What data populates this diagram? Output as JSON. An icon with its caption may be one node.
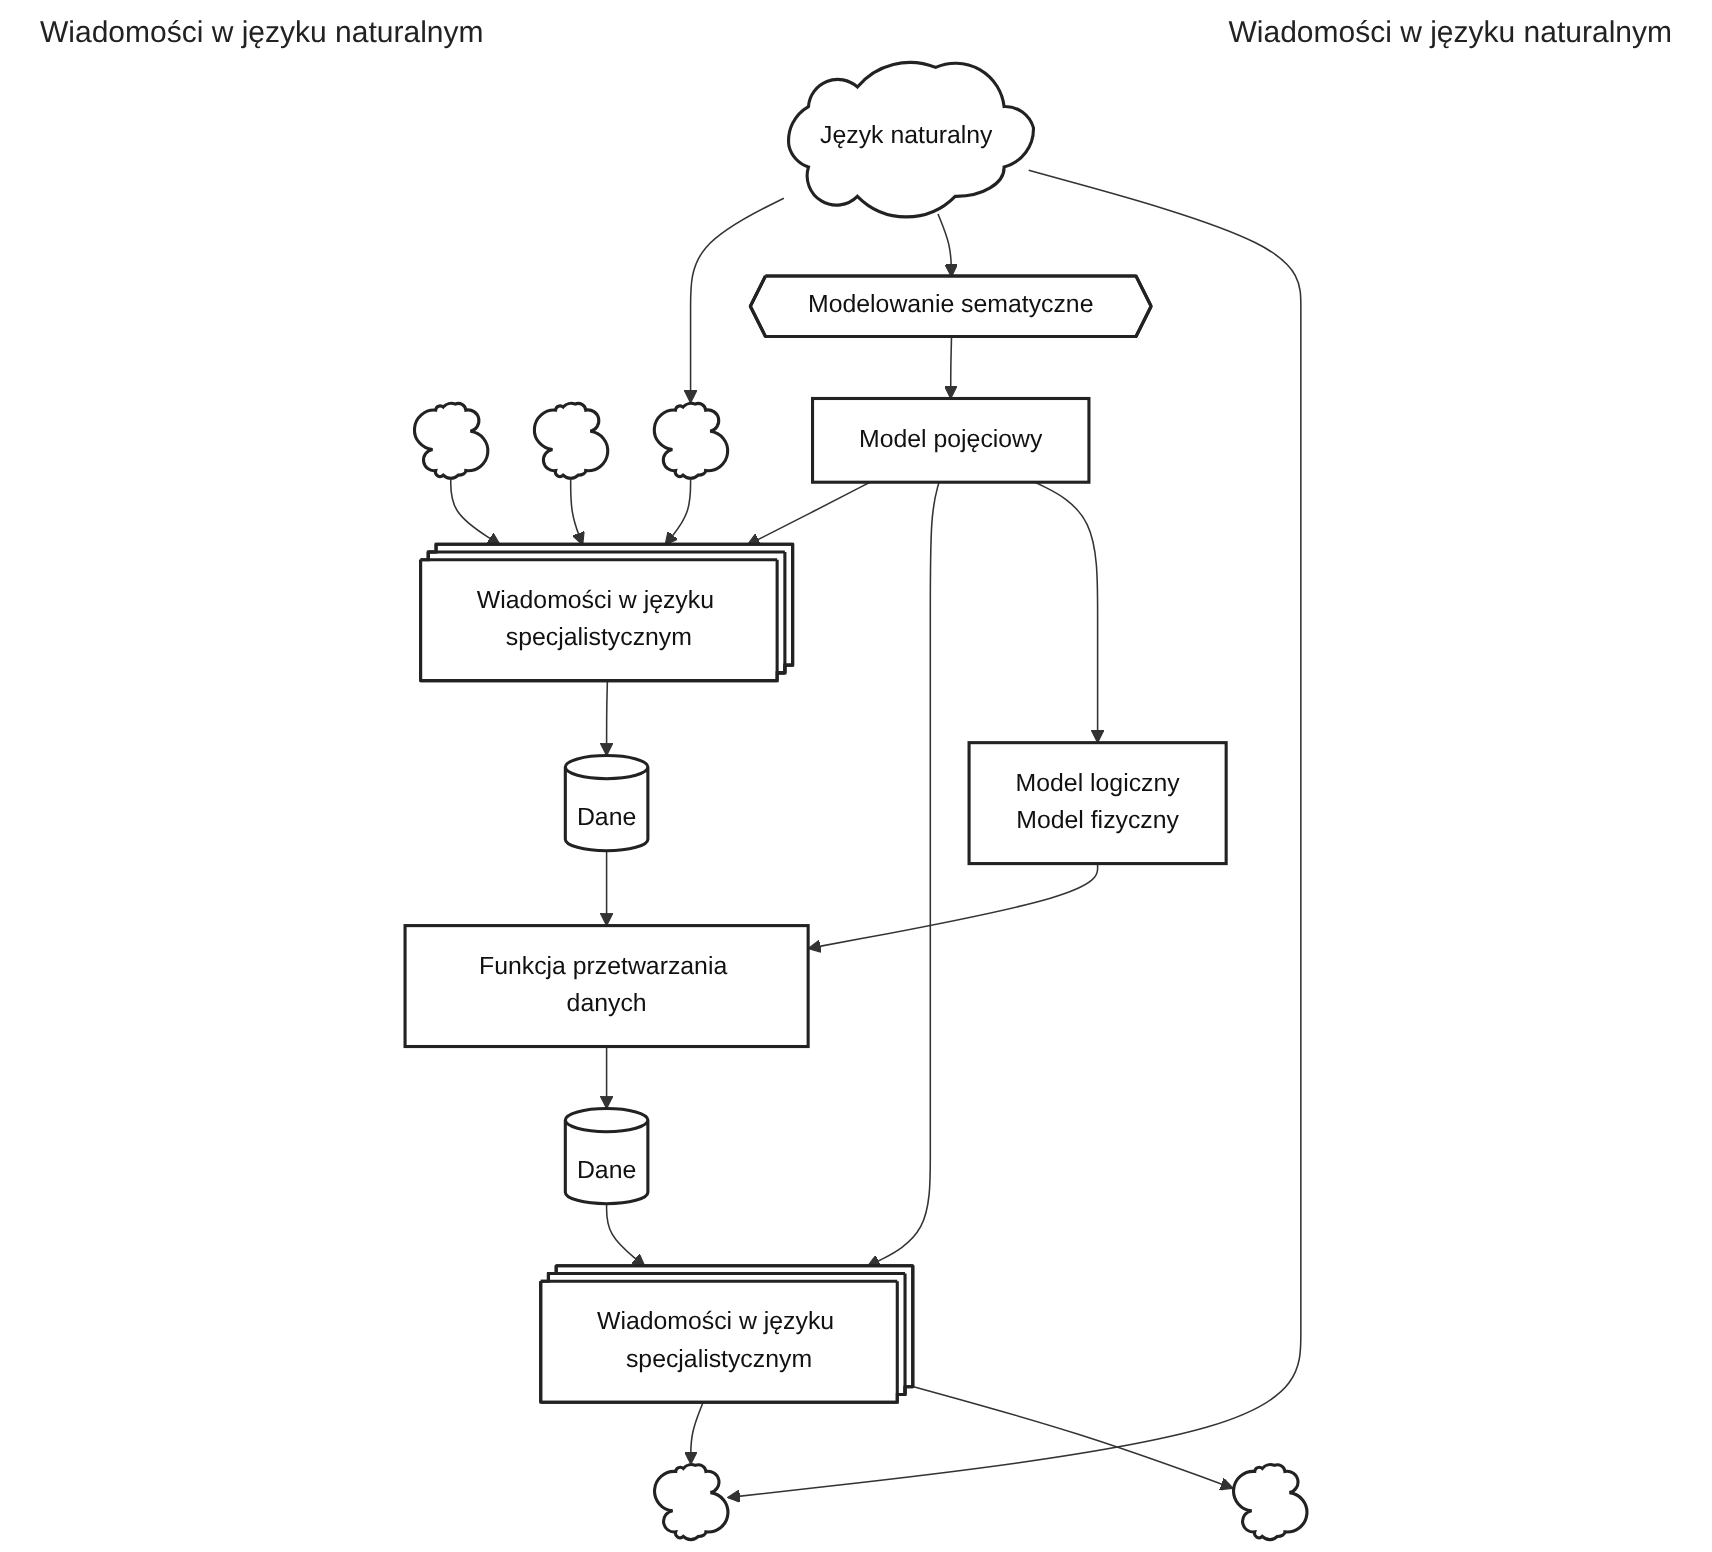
{
  "diagram": {
    "nodes": [
      {
        "text": [
          "Język naturalny"
        ]
      },
      {
        "text": [],
        "shape": "cloud"
      },
      {
        "text": [],
        "shape": "cloud"
      },
      {
        "text": [],
        "shape": "cloud"
      },
      {
        "text": [],
        "shape": "cloud"
      },
      {
        "text": [],
        "shape": "cloud"
      },
      {
        "text": [
          "Modelowanie sematyczne"
        ]
      },
      {
        "text": [
          "Wiadomości w języku specjalistycznym"
        ]
      },
      {
        "text": [
          "Model pojęciowy"
        ]
      },
      {
        "text": [
          "Wiadomości w języku specjalistycznym"
        ]
      },
      {
        "text": [
          "Model logiczny",
          "Model fizyczny"
        ]
      },
      {
        "text": [
          "Dane"
        ]
      },
      {
        "text": [
          "Funkcja przetwarzania danych"
        ]
      },
      {
        "text": [
          "Dane"
        ]
      }
    ],
    "edges": [
      {
        "from": 0,
        "to": 3,
        "arrow": "to"
      },
      {
        "from": 0,
        "to": 6,
        "arrow": "to"
      },
      {
        "from": 0,
        "to": 4,
        "arrow": "to"
      },
      {
        "from": 1,
        "to": 7,
        "arrow": "to"
      },
      {
        "from": 2,
        "to": 7,
        "arrow": "to"
      },
      {
        "from": 3,
        "to": 7,
        "arrow": "to"
      },
      {
        "from": 6,
        "to": 8,
        "arrow": "to"
      },
      {
        "from": 8,
        "to": 7,
        "arrow": "to"
      },
      {
        "from": 8,
        "to": 9,
        "arrow": "to"
      },
      {
        "from": 9,
        "to": 4,
        "arrow": "to"
      },
      {
        "from": 9,
        "to": 5,
        "arrow": "to"
      },
      {
        "from": 8,
        "to": 10,
        "arrow": "to"
      },
      {
        "from": 7,
        "to": 11,
        "arrow": "to"
      },
      {
        "from": 10,
        "to": 12,
        "arrow": "to"
      },
      {
        "from": 11,
        "to": 12,
        "arrow": "to"
      },
      {
        "from": 12,
        "to": 13,
        "arrow": "to"
      },
      {
        "from": 13,
        "to": 9,
        "arrow": "to"
      }
    ],
    "labels": [
      "Wiadomości w języku naturalnym",
      "Wiadomości w języku naturalnym"
    ]
  }
}
